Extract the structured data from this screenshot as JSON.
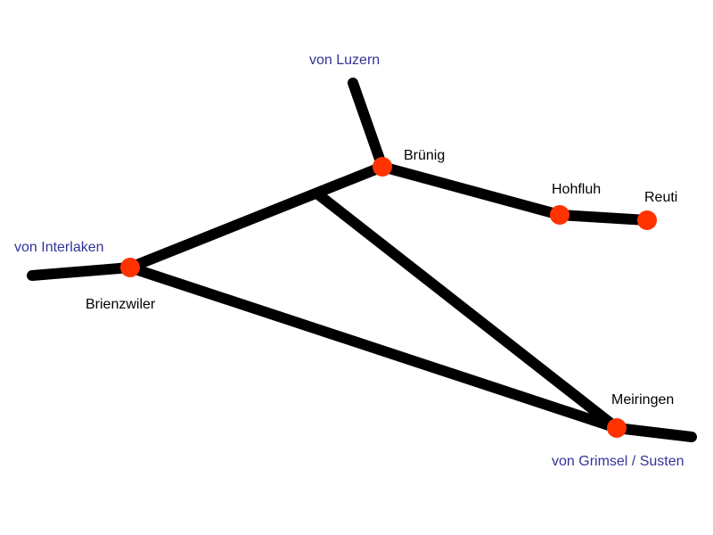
{
  "colors": {
    "road": "#000000",
    "stop": "#ff3300",
    "place_text": "#000000",
    "direction_text": "#33339a",
    "background": "#ffffff"
  },
  "places": {
    "bruenig": "Brünig",
    "hohfluh": "Hohfluh",
    "reuti": "Reuti",
    "brienzwiler": "Brienzwiler",
    "meiringen": "Meiringen"
  },
  "directions": {
    "luzern": "von Luzern",
    "interlaken": "von Interlaken",
    "grimsel_susten": "von Grimsel / Susten"
  }
}
